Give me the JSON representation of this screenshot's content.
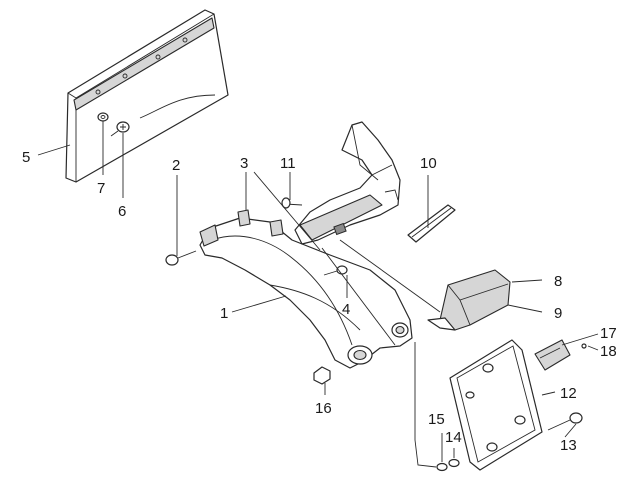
{
  "callouts": {
    "c1": "1",
    "c2": "2",
    "c3": "3",
    "c4": "4",
    "c5": "5",
    "c6": "6",
    "c7": "7",
    "c8": "8",
    "c9": "9",
    "c10": "10",
    "c11": "11",
    "c12": "12",
    "c13": "13",
    "c14": "14",
    "c15": "15",
    "c16": "16",
    "c17": "17",
    "c18": "18"
  },
  "colors": {
    "line": "#2a2a2a",
    "shade": "#d6d6d6",
    "background": "#ffffff"
  }
}
